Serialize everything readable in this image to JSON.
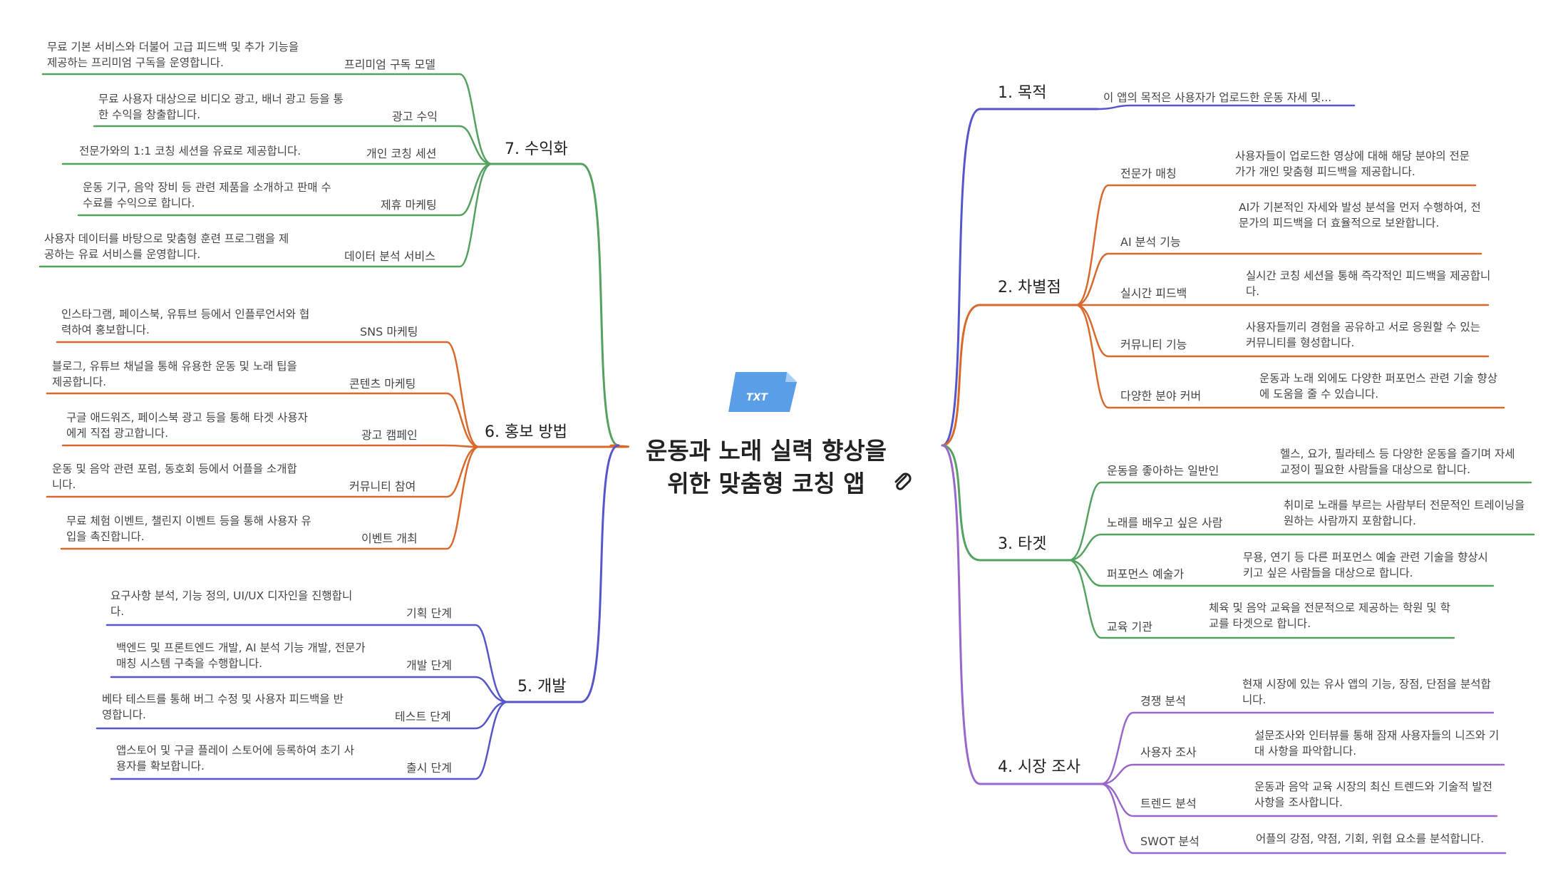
{
  "root": {
    "title": "운동과 노래 실력 향상을 위한 맞춤형 코칭 앱",
    "icon": "txt-file-icon",
    "icon_text": "TXT",
    "attachment_icon": "paperclip-icon"
  },
  "colors": {
    "purpose": "#5555cc",
    "diff": "#d9692a",
    "target": "#55a160",
    "market": "#9966cc",
    "monet": "#55a160",
    "promo": "#d9692a",
    "dev": "#5555cc"
  },
  "right": [
    {
      "title": "1. 목적",
      "items": [
        {
          "label": "",
          "desc": "이 앱의 목적은 사용자가 업로드한 운동 자세 및..."
        }
      ]
    },
    {
      "title": "2. 차별점",
      "items": [
        {
          "label": "전문가 매칭",
          "desc": "사용자들이 업로드한 영상에 대해 해당 분야의 전문가가 개인 맞춤형 피드백을 제공합니다."
        },
        {
          "label": "AI 분석 기능",
          "desc": "AI가 기본적인 자세와 발성 분석을 먼저 수행하여, 전문가의 피드백을 더 효율적으로 보완합니다."
        },
        {
          "label": "실시간 피드백",
          "desc": "실시간 코칭 세션을 통해 즉각적인 피드백을 제공합니다."
        },
        {
          "label": "커뮤니티 기능",
          "desc": "사용자들끼리 경험을 공유하고 서로 응원할 수 있는 커뮤니티를 형성합니다."
        },
        {
          "label": "다양한 분야 커버",
          "desc": "운동과 노래 외에도 다양한 퍼포먼스 관련 기술 향상에 도움을 줄 수 있습니다."
        }
      ]
    },
    {
      "title": "3. 타겟",
      "items": [
        {
          "label": "운동을 좋아하는 일반인",
          "desc": "헬스, 요가, 필라테스 등 다양한 운동을 즐기며 자세 교정이 필요한 사람들을 대상으로 합니다."
        },
        {
          "label": "노래를 배우고 싶은 사람",
          "desc": "취미로 노래를 부르는 사람부터 전문적인 트레이닝을 원하는 사람까지 포함합니다."
        },
        {
          "label": "퍼포먼스 예술가",
          "desc": "무용, 연기 등 다른 퍼포먼스 예술 관련 기술을 향상시키고 싶은 사람들을 대상으로 합니다."
        },
        {
          "label": "교육 기관",
          "desc": "체육 및 음악 교육을 전문적으로 제공하는 학원 및 학교를 타겟으로 합니다."
        }
      ]
    },
    {
      "title": "4. 시장 조사",
      "items": [
        {
          "label": "경쟁 분석",
          "desc": "현재 시장에 있는 유사 앱의 기능, 장점, 단점을 분석합니다."
        },
        {
          "label": "사용자 조사",
          "desc": "설문조사와 인터뷰를 통해 잠재 사용자들의 니즈와 기대 사항을 파악합니다."
        },
        {
          "label": "트렌드 분석",
          "desc": "운동과 음악 교육 시장의 최신 트렌드와 기술적 발전 사항을 조사합니다."
        },
        {
          "label": "SWOT 분석",
          "desc": "어플의 강점, 약점, 기회, 위협 요소를 분석합니다."
        }
      ]
    }
  ],
  "left": [
    {
      "title": "7. 수익화",
      "items": [
        {
          "label": "프리미엄 구독 모델",
          "desc": "무료 기본 서비스와 더불어 고급 피드백 및 추가 기능을 제공하는 프리미엄 구독을 운영합니다."
        },
        {
          "label": "광고 수익",
          "desc": "무료 사용자 대상으로 비디오 광고, 배너 광고 등을 통한 수익을 창출합니다."
        },
        {
          "label": "개인 코칭 세션",
          "desc": "전문가와의 1:1 코칭 세션을 유료로 제공합니다."
        },
        {
          "label": "제휴 마케팅",
          "desc": "운동 기구, 음악 장비 등 관련 제품을 소개하고 판매 수수료를 수익으로 합니다."
        },
        {
          "label": "데이터 분석 서비스",
          "desc": "사용자 데이터를 바탕으로 맞춤형 훈련 프로그램을 제공하는 유료 서비스를 운영합니다."
        }
      ]
    },
    {
      "title": "6. 홍보 방법",
      "items": [
        {
          "label": "SNS 마케팅",
          "desc": "인스타그램, 페이스북, 유튜브 등에서 인플루언서와 협력하여 홍보합니다."
        },
        {
          "label": "콘텐츠 마케팅",
          "desc": "블로그, 유튜브 채널을 통해 유용한 운동 및 노래 팁을 제공합니다."
        },
        {
          "label": "광고 캠페인",
          "desc": "구글 애드워즈, 페이스북 광고 등을 통해 타겟 사용자에게 직접 광고합니다."
        },
        {
          "label": "커뮤니티 참여",
          "desc": "운동 및 음악 관련 포럼, 동호회 등에서 어플을 소개합니다."
        },
        {
          "label": "이벤트 개최",
          "desc": "무료 체험 이벤트, 챌린지 이벤트 등을 통해 사용자 유입을 촉진합니다."
        }
      ]
    },
    {
      "title": "5. 개발",
      "items": [
        {
          "label": "기획 단계",
          "desc": "요구사항 분석, 기능 정의, UI/UX 디자인을 진행합니다."
        },
        {
          "label": "개발 단계",
          "desc": "백엔드 및 프론트엔드 개발, AI 분석 기능 개발, 전문가 매칭 시스템 구축을 수행합니다."
        },
        {
          "label": "테스트 단계",
          "desc": "베타 테스트를 통해 버그 수정 및 사용자 피드백을 반영합니다."
        },
        {
          "label": "출시 단계",
          "desc": "앱스토어 및 구글 플레이 스토어에 등록하여 초기 사용자를 확보합니다."
        }
      ]
    }
  ]
}
